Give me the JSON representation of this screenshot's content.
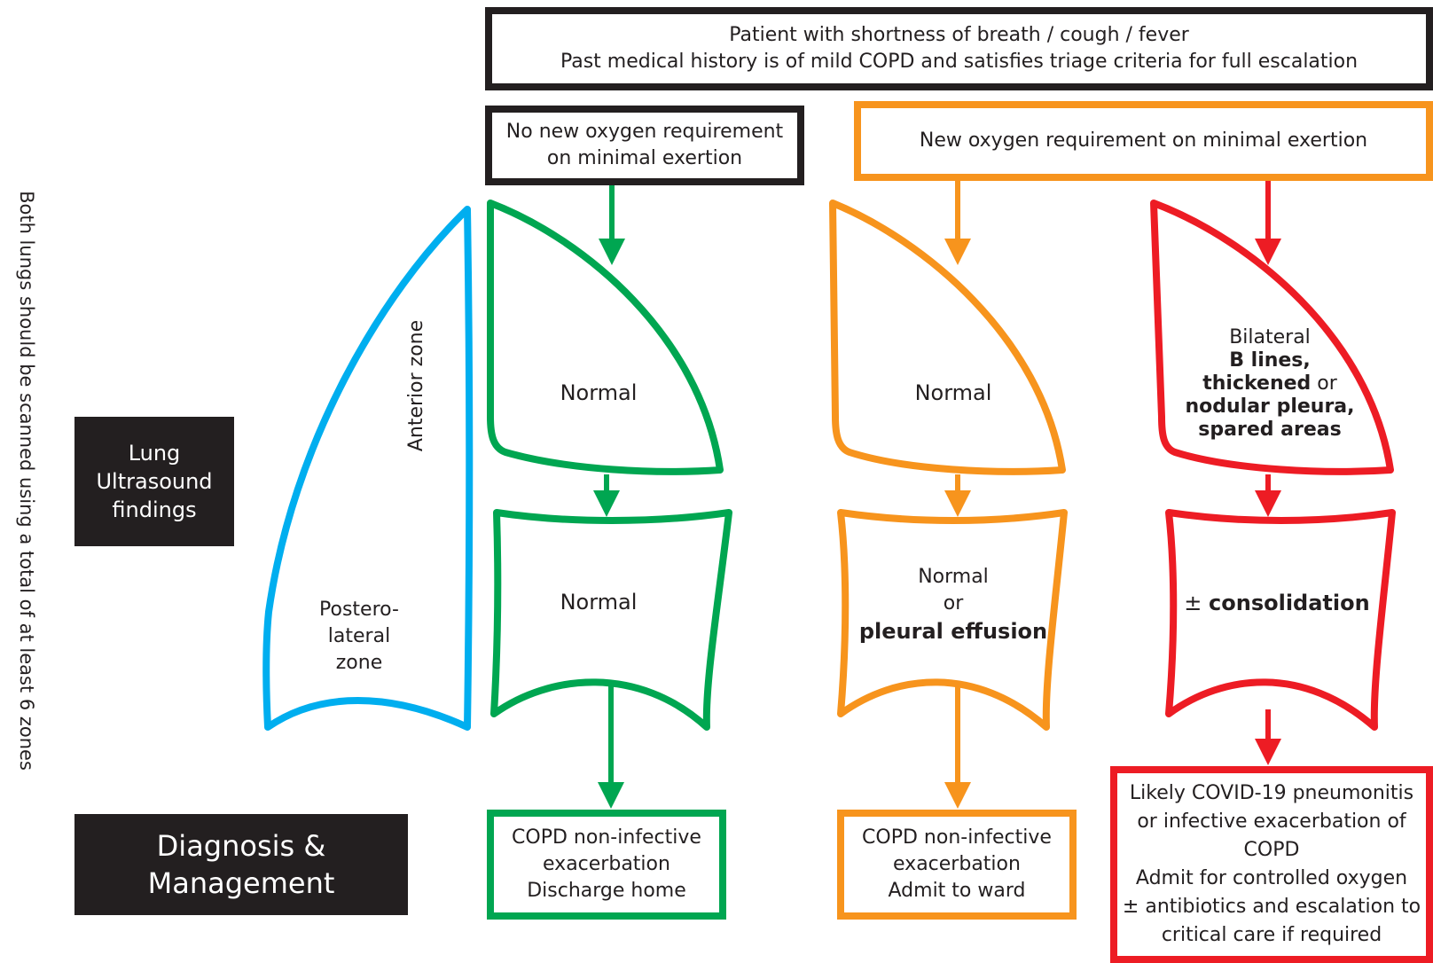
{
  "side_note": "Both lungs should be scanned using a total of at least 6 zones",
  "top_box": {
    "line1": "Patient with shortness of breath / cough / fever",
    "line2": "Past medical history is of mild COPD and satisfies triage criteria for full escalation"
  },
  "no_oxygen_box": {
    "line1": "No new oxygen requirement",
    "line2": "on minimal exertion"
  },
  "new_oxygen_box": {
    "text": "New oxygen requirement on minimal exertion"
  },
  "row_labels": {
    "lus_line1": "Lung",
    "lus_line2": "Ultrasound",
    "lus_line3": "findings",
    "dm_line1": "Diagnosis &",
    "dm_line2": "Management"
  },
  "reference_lung": {
    "anterior": "Anterior zone",
    "postero_line1": "Postero-lateral",
    "postero_line2": "zone"
  },
  "green": {
    "anterior": "Normal",
    "posterior": "Normal",
    "outcome_line1": "COPD non-infective",
    "outcome_line2": "exacerbation",
    "outcome_line3": "Discharge home"
  },
  "orange": {
    "anterior": "Normal",
    "posterior_line1": "Normal",
    "posterior_line2": "or",
    "posterior_line3": "pleural effusion",
    "outcome_line1": "COPD non-infective",
    "outcome_line2": "exacerbation",
    "outcome_line3": "Admit to ward"
  },
  "red": {
    "anterior_line1": "Bilateral",
    "anterior_bold1": "B lines,",
    "anterior_bold2": "thickened",
    "anterior_or": " or",
    "anterior_bold3": "nodular pleura,",
    "anterior_bold4": "spared areas",
    "posterior_pm": "± ",
    "posterior_bold": "consolidation",
    "outcome_line1": "Likely COVID-19 pneumonitis",
    "outcome_line2": "or infective exacerbation of",
    "outcome_line3": "COPD",
    "outcome_line4": "Admit for controlled oxygen",
    "outcome_line5": "± antibiotics and escalation to",
    "outcome_line6": "critical care if required"
  },
  "colors": {
    "green": "#00a651",
    "orange": "#f7941d",
    "red": "#ed1c24",
    "blue": "#00aeef",
    "black": "#231f20"
  }
}
